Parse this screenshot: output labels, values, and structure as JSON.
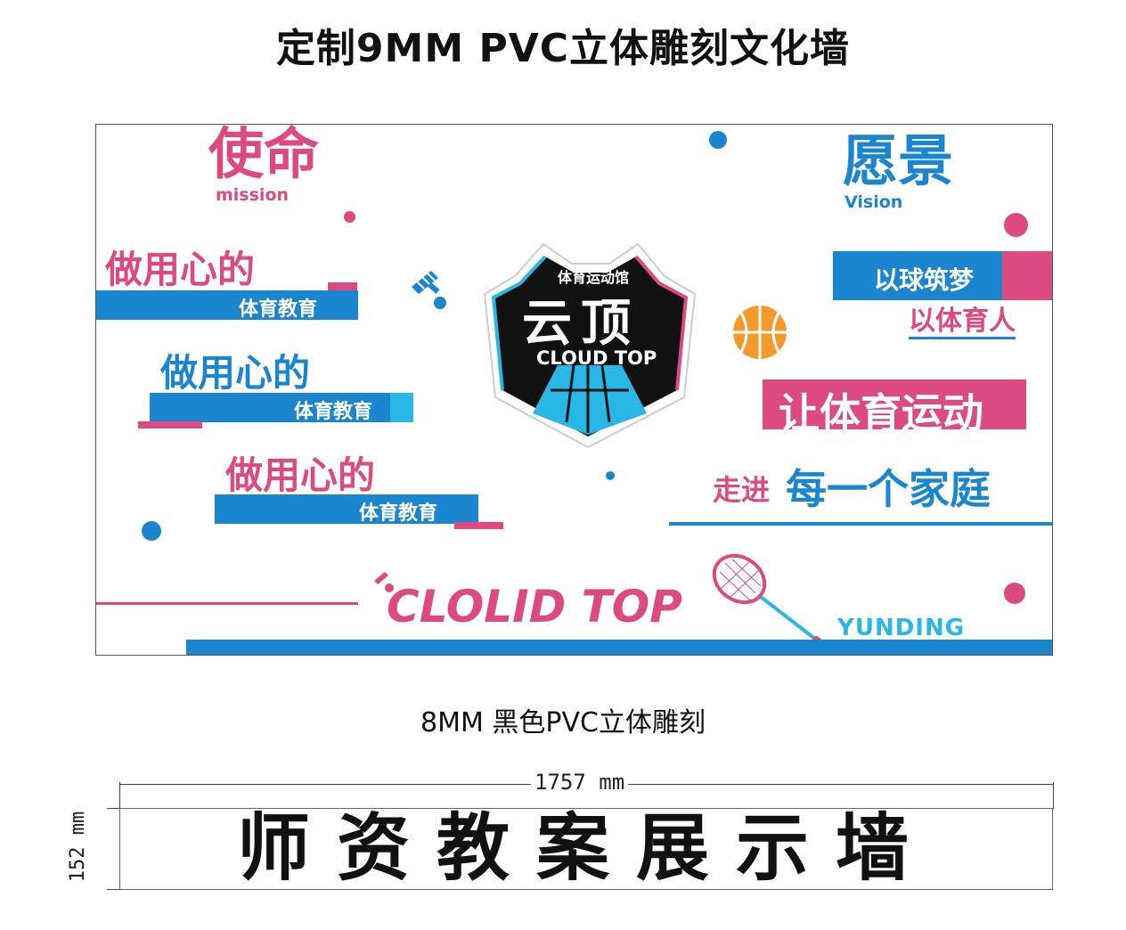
{
  "title": "定制9MM PVC立体雕刻文化墙",
  "wall": {
    "mission_cn": "使命",
    "mission_en": "mission",
    "vision_cn": "愿景",
    "vision_en": "Vision",
    "slogan_heading": "做用心的",
    "slogan_bar": "体育教育",
    "logo": {
      "top_text": "体育运动馆",
      "main_text": "云顶",
      "sub_text": "CLOUD TOP"
    },
    "vision_bar_text": "以球筑梦",
    "vision_line2": "以体育人",
    "vision_line3": "让体育运动",
    "vision_line4_a": "走进",
    "vision_line4_b": "每一个家庭",
    "brand_en": "CLOLID TOP",
    "brand_pinyin": "YUNDING",
    "colors": {
      "pink": "#dd4a80",
      "blue": "#1a86d0",
      "cyan": "#29b7e8",
      "orange": "#f39a2a",
      "logo_black": "#111111"
    }
  },
  "subtitle": "8MM 黑色PVC立体雕刻",
  "dimension_width": "1757 mm",
  "dimension_height": "152 mm",
  "bottom_title": "师资教案展示墙"
}
